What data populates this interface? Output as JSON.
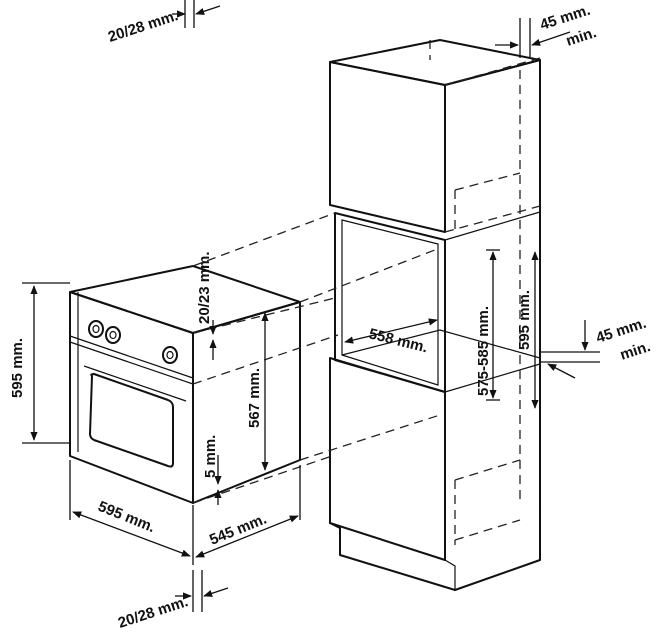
{
  "labels": {
    "top_gap": "20/28 mm.",
    "bottom_gap": "20/28 mm.",
    "top_clearance_value": "45 mm.",
    "top_clearance_min": "min.",
    "side_clearance_value": "45 mm.",
    "side_clearance_min": "min.",
    "oven_height": "595 mm.",
    "oven_width": "595 mm.",
    "oven_depth": "545 mm.",
    "panel_height": "567 mm.",
    "panel_top_gap": "20/23 mm.",
    "panel_bottom_gap": "5 mm.",
    "niche_depth": "558 mm.",
    "niche_height_range": "575-585 mm.",
    "niche_height": "595 mm."
  }
}
